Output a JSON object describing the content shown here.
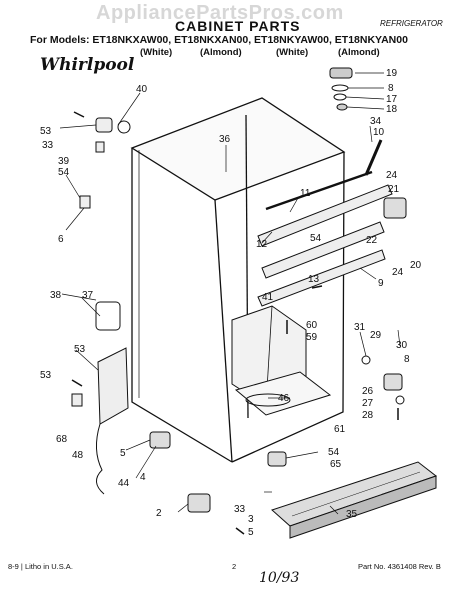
{
  "watermark": "AppliancePartsPros.com",
  "header": {
    "title": "CABINET PARTS",
    "brand_refrigerator": "REFRIGERATOR",
    "models_line": "For Models: ET18NKXAW00, ET18NKXAN00, ET18NKYAW00, ET18NKYAN00",
    "colors": [
      "(White)",
      "(Almond)",
      "(White)",
      "(Almond)"
    ]
  },
  "logo": "Whirlpool",
  "callouts": [
    "40",
    "36",
    "19",
    "8",
    "17",
    "18",
    "34",
    "10",
    "53",
    "33",
    "39",
    "54",
    "6",
    "11",
    "24",
    "21",
    "12",
    "22",
    "54",
    "13",
    "41",
    "24",
    "20",
    "9",
    "60",
    "59",
    "38",
    "37",
    "31",
    "29",
    "30",
    "8",
    "53",
    "46",
    "26",
    "27",
    "28",
    "61",
    "53",
    "68",
    "48",
    "5",
    "44",
    "4",
    "54",
    "65",
    "2",
    "33",
    "3",
    "5",
    "35"
  ],
  "footer": {
    "left": "8-9 | Litho in U.S.A.",
    "center": "2",
    "right": "Part No. 4361408 Rev. B",
    "handwritten": "10/93"
  }
}
